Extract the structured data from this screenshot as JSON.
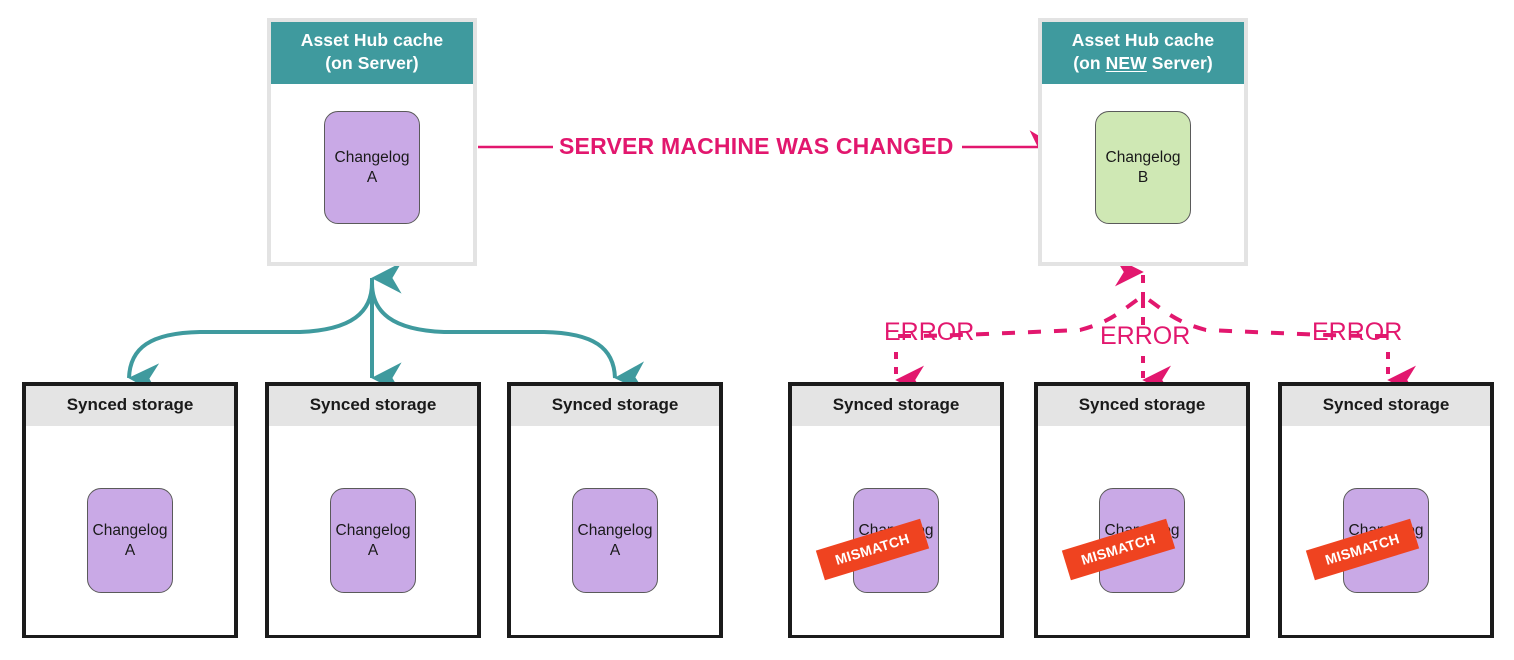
{
  "diagram": {
    "title_flow": "SERVER MACHINE WAS CHANGED",
    "colors": {
      "teal_header": "#3f9a9e",
      "teal_arrow": "#3f9a9e",
      "pink": "#e2176e",
      "orange_stamp": "#ef4320",
      "purple_chip": "#c9a9e6",
      "green_chip": "#cfe8b4",
      "storage_header_gray": "#e4e4e4",
      "cache_border_gray": "#e3e3e3",
      "storage_border_black": "#1b1b1b"
    }
  },
  "cache_old": {
    "title_line1": "Asset Hub cache",
    "title_line2_pre": "(on ",
    "title_line2_em": "",
    "title_line2_post": "Server)",
    "chip_label": "Changelog\nA",
    "chip_color": "purple"
  },
  "cache_new": {
    "title_line1": "Asset Hub cache",
    "title_line2_pre": "(on ",
    "title_line2_em": "NEW",
    "title_line2_post": " Server)",
    "chip_label": "Changelog\nB",
    "chip_color": "green"
  },
  "left_group": {
    "sync_state": "ok",
    "storages": [
      {
        "header": "Synced storage",
        "chip_label": "Changelog\nA",
        "stamp": ""
      },
      {
        "header": "Synced storage",
        "chip_label": "Changelog\nA",
        "stamp": ""
      },
      {
        "header": "Synced storage",
        "chip_label": "Changelog\nA",
        "stamp": ""
      }
    ]
  },
  "right_group": {
    "sync_state": "error",
    "error_labels": [
      "ERROR",
      "ERROR",
      "ERROR"
    ],
    "storages": [
      {
        "header": "Synced storage",
        "chip_label": "Changelog\nA",
        "stamp": "MISMATCH"
      },
      {
        "header": "Synced storage",
        "chip_label": "Changelog\nA",
        "stamp": "MISMATCH"
      },
      {
        "header": "Synced storage",
        "chip_label": "Changelog\nA",
        "stamp": "MISMATCH"
      }
    ]
  }
}
